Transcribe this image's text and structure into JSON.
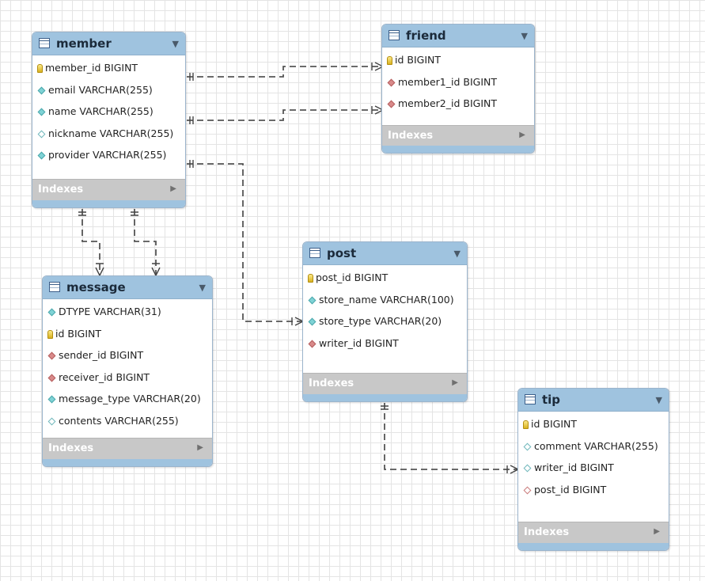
{
  "tables": {
    "member": {
      "title": "member",
      "indexes_label": "Indexes",
      "columns": [
        {
          "text": "member_id BIGINT",
          "icon": "primary-key-icon"
        },
        {
          "text": "email VARCHAR(255)",
          "icon": "not-null-column-icon"
        },
        {
          "text": "name VARCHAR(255)",
          "icon": "not-null-column-icon"
        },
        {
          "text": "nickname VARCHAR(255)",
          "icon": "nullable-column-icon"
        },
        {
          "text": "provider VARCHAR(255)",
          "icon": "not-null-column-icon"
        }
      ]
    },
    "friend": {
      "title": "friend",
      "indexes_label": "Indexes",
      "columns": [
        {
          "text": "id BIGINT",
          "icon": "primary-key-icon"
        },
        {
          "text": "member1_id BIGINT",
          "icon": "foreign-key-icon"
        },
        {
          "text": "member2_id BIGINT",
          "icon": "foreign-key-icon"
        }
      ]
    },
    "message": {
      "title": "message",
      "indexes_label": "Indexes",
      "columns": [
        {
          "text": "DTYPE VARCHAR(31)",
          "icon": "not-null-column-icon"
        },
        {
          "text": "id BIGINT",
          "icon": "primary-key-icon"
        },
        {
          "text": "sender_id BIGINT",
          "icon": "foreign-key-icon"
        },
        {
          "text": "receiver_id BIGINT",
          "icon": "foreign-key-icon"
        },
        {
          "text": "message_type VARCHAR(20)",
          "icon": "not-null-column-icon"
        },
        {
          "text": "contents VARCHAR(255)",
          "icon": "nullable-column-icon"
        }
      ]
    },
    "post": {
      "title": "post",
      "indexes_label": "Indexes",
      "columns": [
        {
          "text": "post_id BIGINT",
          "icon": "primary-key-icon"
        },
        {
          "text": "store_name VARCHAR(100)",
          "icon": "not-null-column-icon"
        },
        {
          "text": "store_type VARCHAR(20)",
          "icon": "not-null-column-icon"
        },
        {
          "text": "writer_id BIGINT",
          "icon": "foreign-key-icon"
        }
      ]
    },
    "tip": {
      "title": "tip",
      "indexes_label": "Indexes",
      "columns": [
        {
          "text": "id BIGINT",
          "icon": "primary-key-icon"
        },
        {
          "text": "comment VARCHAR(255)",
          "icon": "nullable-column-icon"
        },
        {
          "text": "writer_id BIGINT",
          "icon": "nullable-column-icon"
        },
        {
          "text": "post_id BIGINT",
          "icon": "nullable-foreign-key-icon"
        }
      ]
    }
  },
  "relationships": [
    {
      "from": "member",
      "to": "friend",
      "from_end": "one-and-only-one",
      "to_end": "one-or-many"
    },
    {
      "from": "member",
      "to": "friend",
      "from_end": "one-and-only-one",
      "to_end": "one-or-many"
    },
    {
      "from": "member",
      "to": "message",
      "from_end": "one-and-only-one",
      "to_end": "one-or-many"
    },
    {
      "from": "member",
      "to": "message",
      "from_end": "one-and-only-one",
      "to_end": "one-or-many"
    },
    {
      "from": "member",
      "to": "post",
      "from_end": "one-and-only-one",
      "to_end": "one-or-many"
    },
    {
      "from": "post",
      "to": "tip",
      "from_end": "one-and-only-one",
      "to_end": "one-or-many"
    }
  ],
  "colors": {
    "header": "#9fc3df",
    "indexes_bar": "#c8c8c8",
    "link": "#555555"
  }
}
